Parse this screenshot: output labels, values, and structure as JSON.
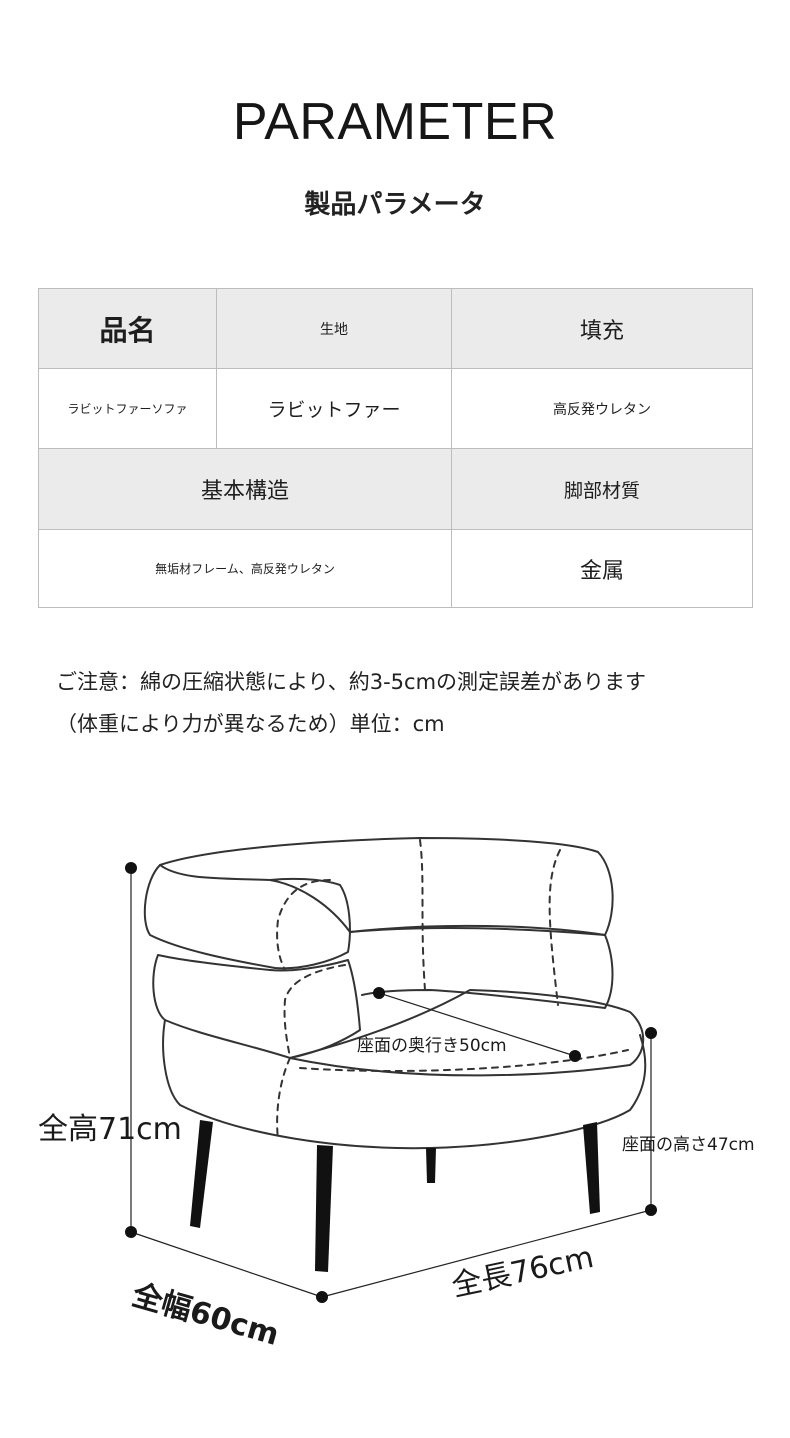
{
  "header": {
    "title": "PARAMETER",
    "subtitle": "製品パラメータ"
  },
  "spec_table": {
    "row1": [
      "品名",
      "生地",
      "填充"
    ],
    "row2": [
      "ラビットファーソファ",
      "ラビットファー",
      "高反発ウレタン"
    ],
    "row3": [
      "基本構造",
      "脚部材質"
    ],
    "row4": [
      "無垢材フレーム、高反発ウレタン",
      "金属"
    ]
  },
  "notes": {
    "line1": "ご注意：綿の圧縮状態により、約3-5cmの測定誤差があります",
    "line2": "（体重により力が異なるため）単位：cm"
  },
  "dimensions": {
    "height": "全高71cm",
    "seat_depth": "座面の奥行き50cm",
    "seat_height": "座面の高さ47cm",
    "width": "全幅60cm",
    "length": "全長76cm"
  }
}
